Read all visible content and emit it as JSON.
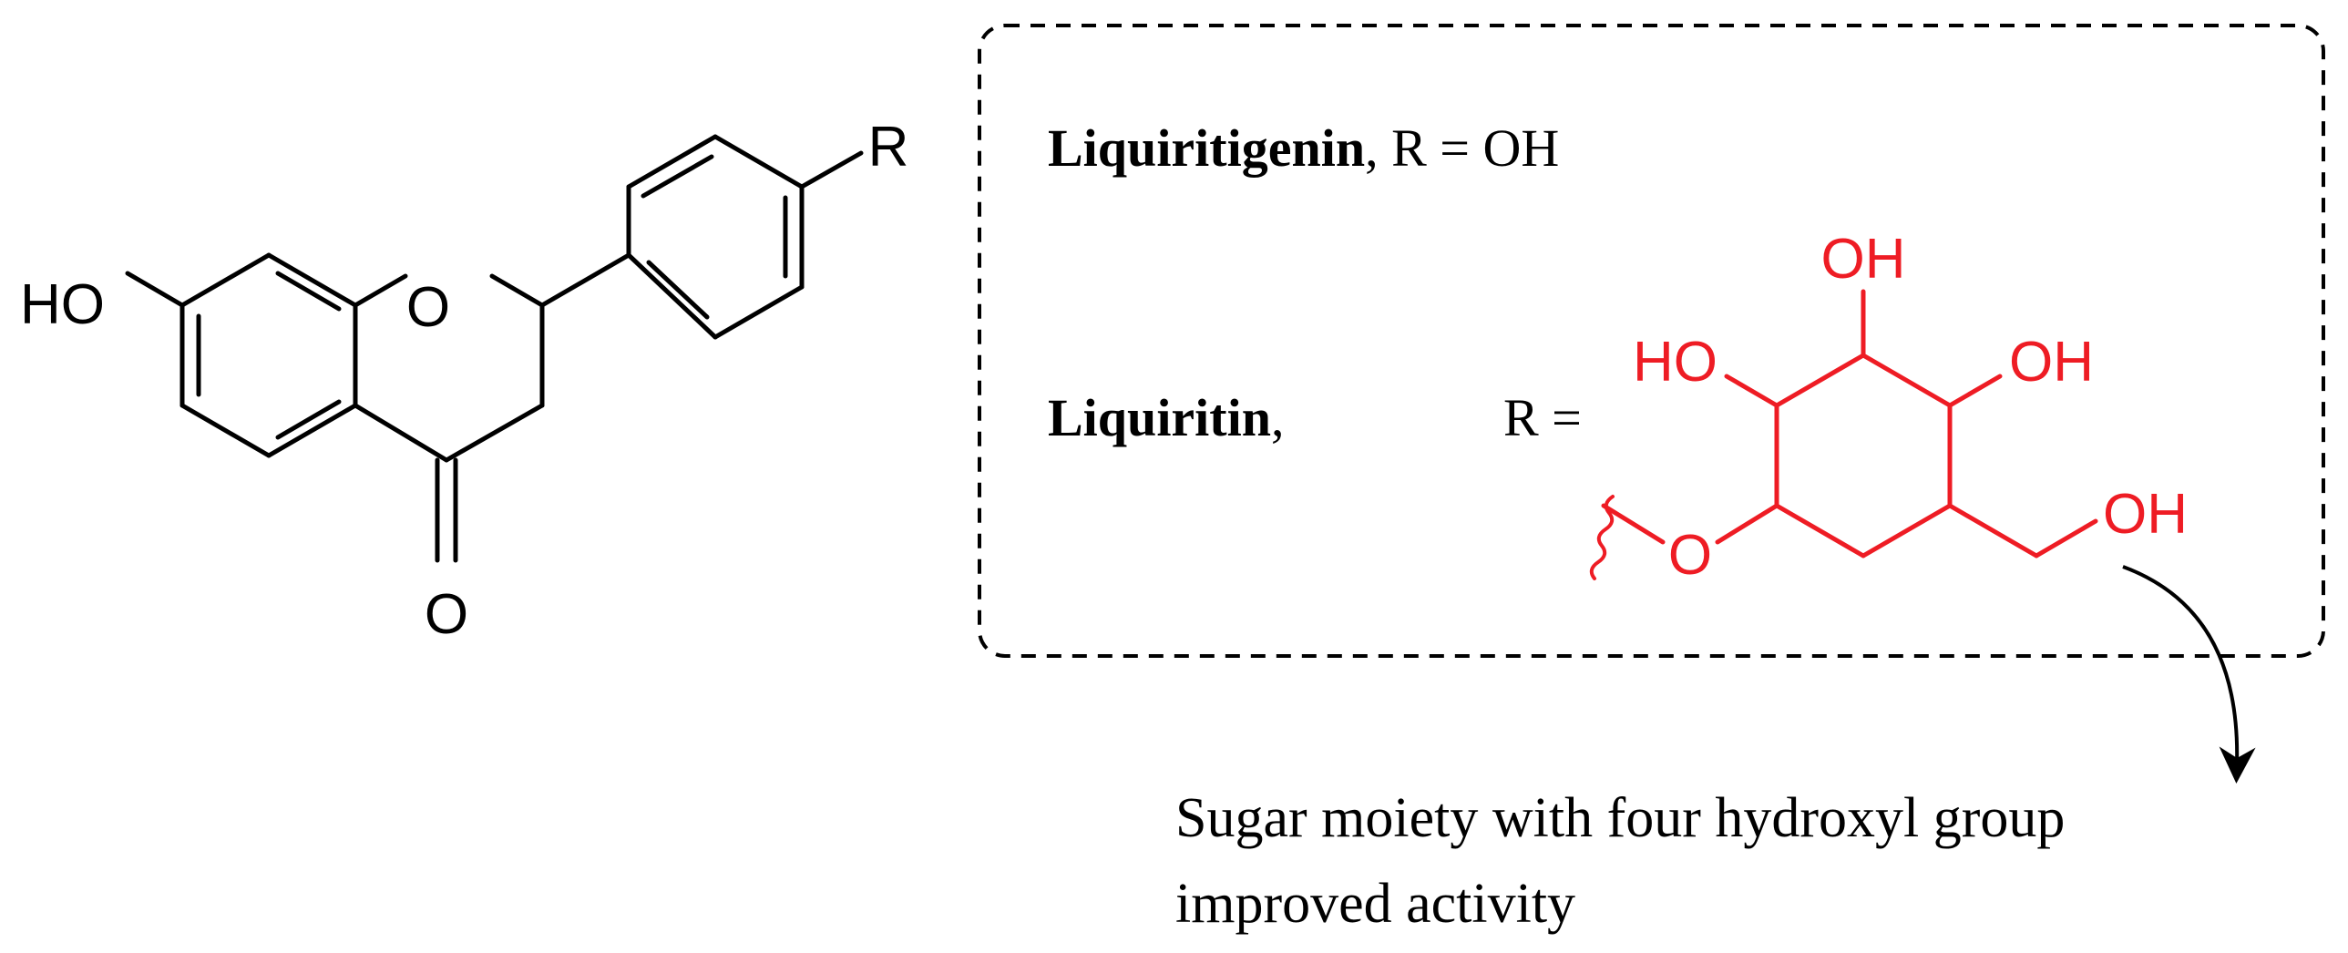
{
  "colors": {
    "black": "#000000",
    "sugar_red": "#ee1c24",
    "background": "#ffffff"
  },
  "core_structure": {
    "labels": {
      "ho": "HO",
      "ring_oxygen": "O",
      "carbonyl_oxygen": "O",
      "r_group": "R"
    }
  },
  "definitions_box": {
    "liquiritigenin": {
      "name": "Liquiritigenin",
      "suffix": ", R = OH"
    },
    "liquiritin": {
      "name": "Liquiritin",
      "comma": ",",
      "r_equals": "R ="
    }
  },
  "sugar_moiety": {
    "labels": {
      "oh_top": "OH",
      "ho_left": "HO",
      "oh_right": "OH",
      "oh_ch2": "OH",
      "linker_oxygen": "O"
    }
  },
  "annotation": {
    "line1": "Sugar moiety with four hydroxyl group",
    "line2": "improved activity"
  }
}
